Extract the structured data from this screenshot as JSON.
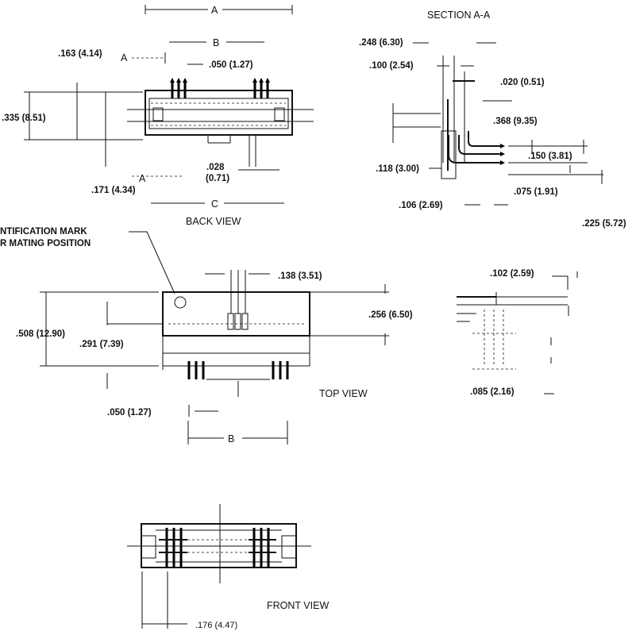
{
  "views": {
    "section": "SECTION A-A",
    "back": "BACK VIEW",
    "top": "TOP VIEW",
    "front": "FRONT VIEW"
  },
  "note": {
    "line1": "NTIFICATION MARK",
    "line2": "R MATING POSITION"
  },
  "back_view": {
    "dim_A": "A",
    "dim_B": "B",
    "dim_C": "C",
    "section_A_top": "A",
    "section_A_bottom": "A",
    "d_163": ".163 (4.14)",
    "d_050": ".050 (1.27)",
    "d_335": ".335 (8.51)",
    "d_028a": ".028",
    "d_028b": "(0.71)",
    "d_171": ".171 (4.34)"
  },
  "section_view": {
    "d_248": ".248 (6.30)",
    "d_100": ".100 (2.54)",
    "d_020": ".020 (0.51)",
    "d_368": ".368 (9.35)",
    "d_150": ".150 (3.81)",
    "d_118": ".118 (3.00)",
    "d_075": ".075 (1.91)",
    "d_106": ".106 (2.69)",
    "d_225": ".225 (5.72)"
  },
  "top_view": {
    "d_138": ".138 (3.51)",
    "d_508": ".508 (12.90)",
    "d_256": ".256 (6.50)",
    "d_291": ".291 (7.39)",
    "d_050": ".050 (1.27)",
    "dim_B": "B"
  },
  "side_view": {
    "d_102": ".102 (2.59)",
    "d_085": ".085 (2.16)"
  },
  "front_view": {
    "d_176": ".176 (4.47)"
  }
}
